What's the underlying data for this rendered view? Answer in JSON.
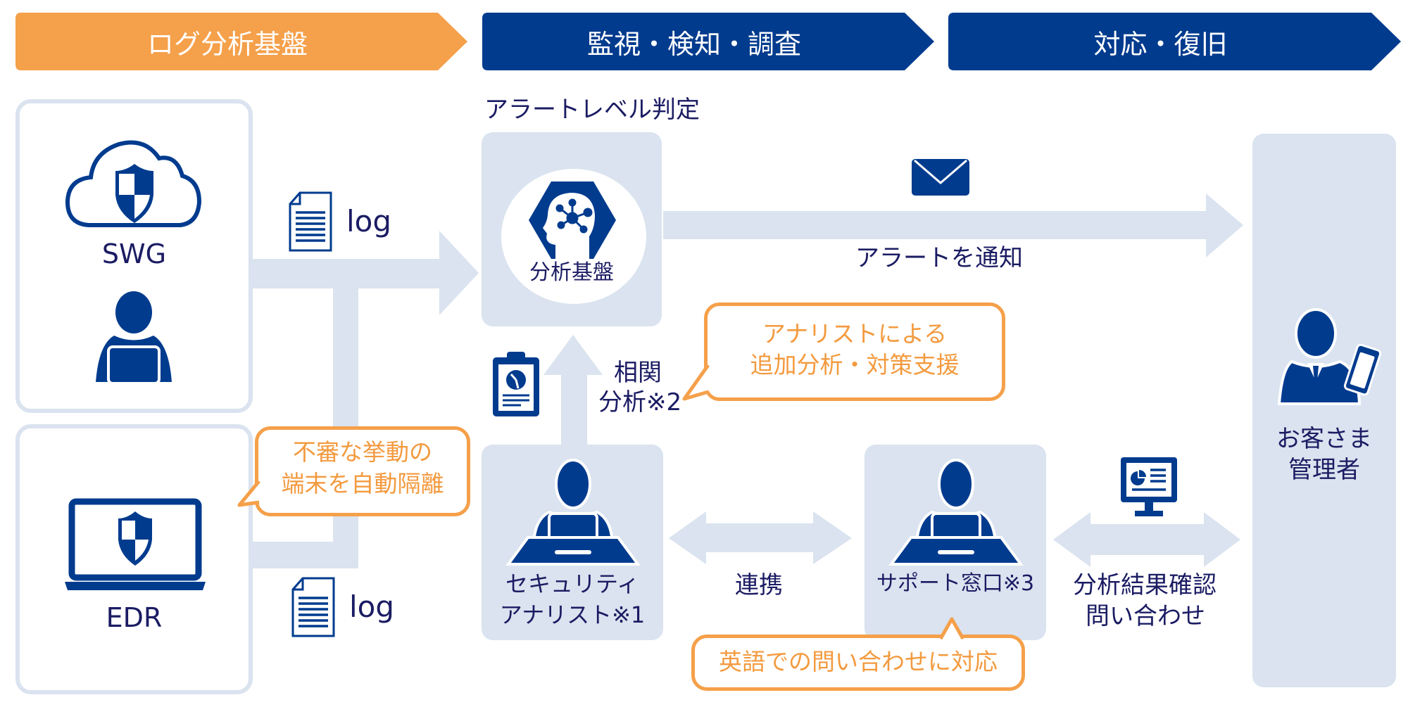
{
  "phases": [
    {
      "label": "ログ分析基盤",
      "color": "#f5a04a"
    },
    {
      "label": "監視・検知・調査",
      "color": "#003b8e"
    },
    {
      "label": "対応・復旧",
      "color": "#003b8e"
    }
  ],
  "sources": {
    "swg": {
      "label": "SWG",
      "icon": "cloud-shield-icon",
      "user_icon": "user-laptop-icon"
    },
    "edr": {
      "label": "EDR",
      "icon": "laptop-shield-icon"
    }
  },
  "log_labels": {
    "top": "log",
    "bottom": "log"
  },
  "alert_level": {
    "heading": "アラートレベル判定"
  },
  "analysis_platform": {
    "label": "分析基盤",
    "icon": "ai-head-network-icon"
  },
  "alert_notice": {
    "label": "アラートを通知",
    "icon": "mail-icon"
  },
  "correlation": {
    "line1": "相関",
    "line2": "分析※2",
    "icon": "clipboard-report-icon"
  },
  "callouts": {
    "analyst_support": {
      "line1": "アナリストによる",
      "line2": "追加分析・対策支援"
    },
    "auto_isolation": {
      "line1": "不審な挙動の",
      "line2": "端末を自動隔離"
    },
    "english_support": {
      "line1": "英語での問い合わせに対応"
    }
  },
  "security_analyst": {
    "line1": "セキュリティ",
    "line2": "アナリスト※1"
  },
  "collaboration": {
    "label": "連携"
  },
  "support_desk": {
    "label": "サポート窓口※3"
  },
  "results_inquiry": {
    "line1": "分析結果確認",
    "line2": "問い合わせ",
    "icon": "monitor-report-icon"
  },
  "customer": {
    "line1": "お客さま",
    "line2": "管理者",
    "icon": "businessman-phone-icon"
  },
  "colors": {
    "navy": "#003b8e",
    "orange": "#f5a04a",
    "panel": "#dae3ef",
    "text": "#1b1c63"
  }
}
